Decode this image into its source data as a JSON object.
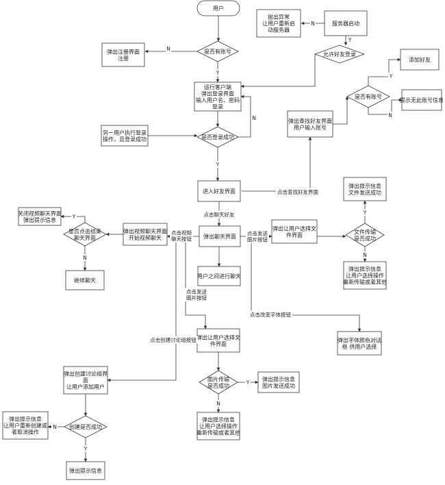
{
  "nodes": {
    "user": "用户",
    "has_account": "是否有账号",
    "register": [
      "弹出注册界面",
      "注册"
    ],
    "exception": [
      "抛出异常",
      "让用户重新启",
      "动服务器"
    ],
    "server_start": "服务器启动",
    "allow_friend_login": "允许好友登录",
    "run_client": [
      "运行客户端",
      "弹出登录界面",
      "输入用户名、密码",
      "登录"
    ],
    "other_login": [
      "另一用户执行登录",
      "操作，且登录成功"
    ],
    "login_ok": "是否登录成功",
    "add_friend": "添加好友",
    "exists_account": "是否有账号",
    "no_account_msg": "提示无此账号信息",
    "find_friend_ui": [
      "弹出查找好友界面",
      "用户输入账号"
    ],
    "enter_friends": "进入好友界面",
    "close_video": [
      "关闭视频聊天界面",
      "弹出提示信息"
    ],
    "end_video_q": [
      "是否点击结束",
      "聊天界面"
    ],
    "continue_chat": "继续聊天",
    "video_ui": [
      "弹出视频聊天界面",
      "开始视频聊天"
    ],
    "chat_ui": "弹出聊天界面",
    "users_chat": "用户之间进行聊天",
    "choose_file_top": [
      "弹出让用户选择文",
      "件界面"
    ],
    "file_sent": [
      "弹出提示信息",
      "文件发送成功"
    ],
    "file_ok_q": [
      "文件传输",
      "是否成功"
    ],
    "file_fail": [
      "弹出提示信息",
      "让用户选择操作",
      "重新传输或者其他"
    ],
    "font_dialog": [
      "弹出字体颜色对话",
      "框 供用户选择"
    ],
    "choose_file_mid": [
      "弹出让用户选择文",
      "件界面"
    ],
    "img_ok_q": [
      "图片传输",
      "是否成功"
    ],
    "img_sent": [
      "弹出提示信息",
      "图片发送成功"
    ],
    "img_fail": [
      "弹出提示信息",
      "让用户选择操作",
      "重新传输或者其他"
    ],
    "group_ui": [
      "弹出创建讨论组界",
      "面",
      "让用户添加用户"
    ],
    "create_ok_q": "创建是否成功",
    "create_fail": [
      "弹出提示信息",
      "让用户重新创建或",
      "者取消操作"
    ],
    "create_msg": "弹出提示信息"
  },
  "labels": {
    "Y": "Y",
    "N": "N",
    "click_find_friend": "点击查找好友界面",
    "click_chat_friend": "点击聊天好友",
    "click_video": [
      "点击视频",
      "聊天按钮"
    ],
    "click_send_img_mid": [
      "点击发送",
      "图片按钮"
    ],
    "click_send_img_right": [
      "点击发送",
      "图片按钮"
    ],
    "click_font": "点击改变字体按钮",
    "click_group": "点击创建讨论组按钮"
  }
}
